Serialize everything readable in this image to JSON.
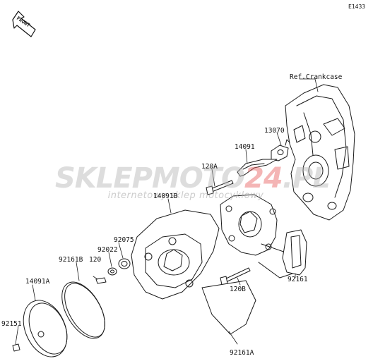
{
  "diagram_code": "E1433",
  "front_arrow_label": "FRONT",
  "reference_label": "Ref.Crankcase",
  "watermark": {
    "brand_main": "SKLEPMOTO",
    "brand_accent": "24",
    "brand_tld": ".PL",
    "tagline": "internetowy sklep motocyklowy"
  },
  "parts": {
    "p13070": "13070",
    "p14091": "14091",
    "p120A": "120A",
    "p14091B": "14091B",
    "p92075": "92075",
    "p92022": "92022",
    "p92161B": "92161B",
    "p120": "120",
    "p14091A": "14091A",
    "p92151": "92151",
    "p120B": "120B",
    "p92161": "92161",
    "p92161A": "92161A"
  },
  "colors": {
    "line": "#1a1a1a",
    "watermark_grey": "#b4b4b4",
    "watermark_red": "#e65a5a"
  }
}
